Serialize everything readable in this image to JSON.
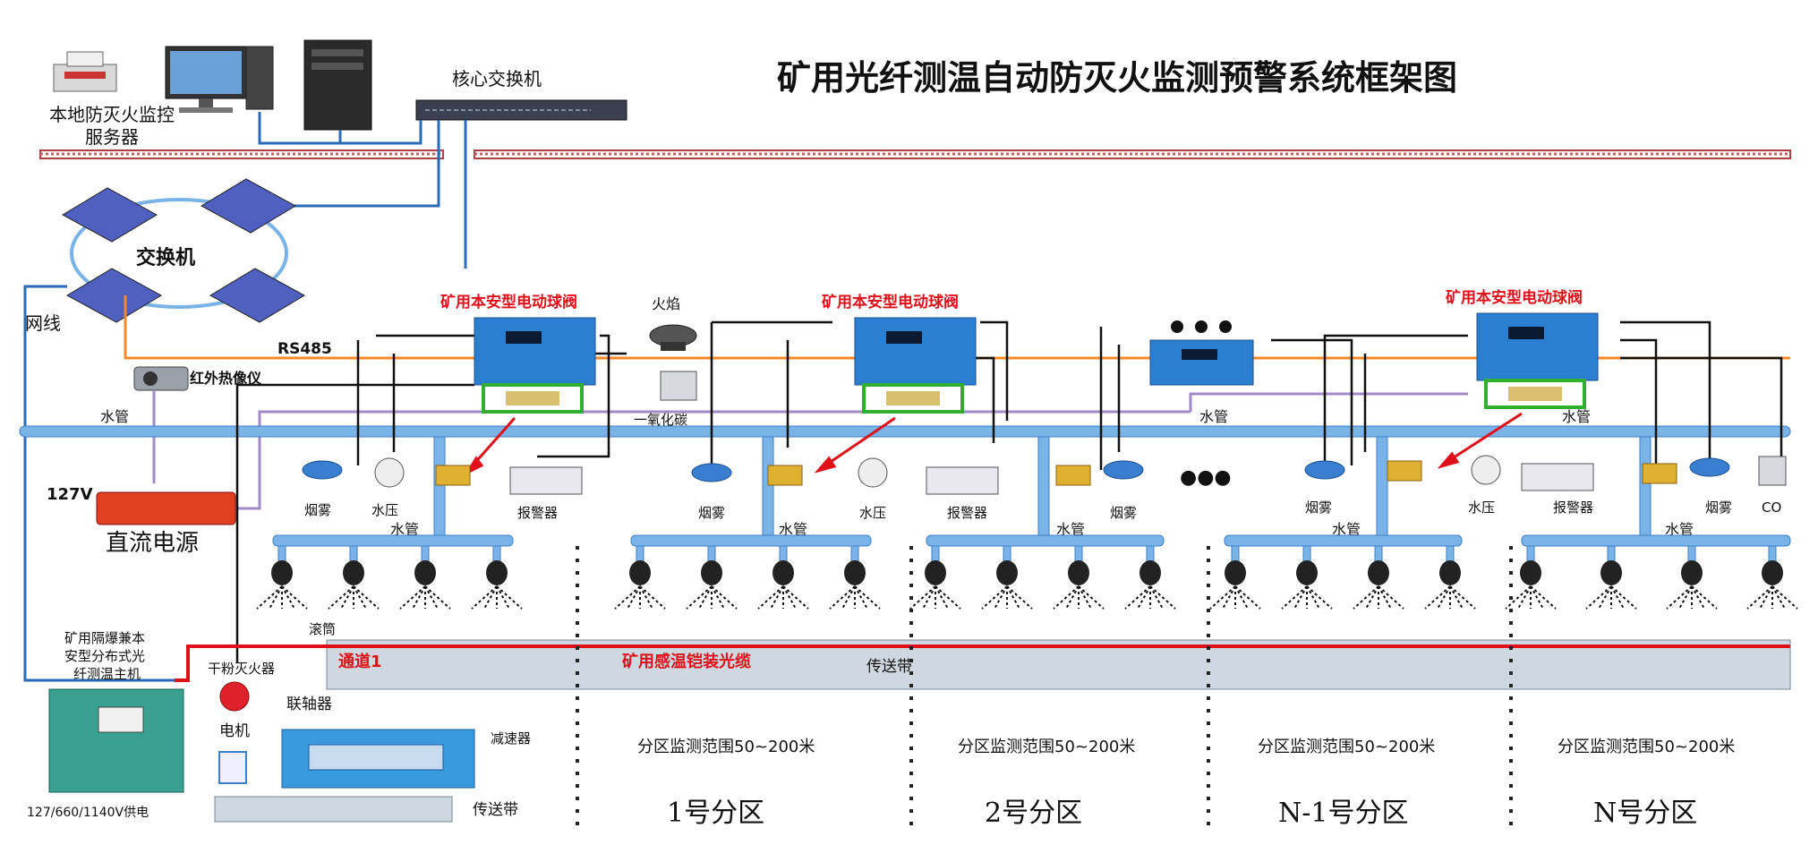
{
  "title": "矿用光纤测温自动防灭火监测预警系统框架图",
  "labels": {
    "local_server": [
      "本地防灭火监控",
      "服务器"
    ],
    "core_switch": "核心交换机",
    "switch": "交换机",
    "network_cable": "网线",
    "rs485": "RS485",
    "infrared": "红外热像仪",
    "water_pipe": "水管",
    "power_voltage": "127V",
    "dc_power": "直流电源",
    "flame": "火焰",
    "co": "一氧化碳",
    "co_short": "CO",
    "smoke": "烟雾",
    "water_pressure": "水压",
    "alarm": "报警器",
    "valve": "矿用本安型电动球阀",
    "host": [
      "矿用隔爆兼本",
      "安型分布式光",
      "纤测温主机"
    ],
    "host_power": "127/660/1140V供电",
    "dry_powder": "干粉灭火器",
    "roller": "滚筒",
    "channel": "通道1",
    "cable": "矿用感温铠装光缆",
    "conveyor_belt": "传送带",
    "motor": "电机",
    "coupling": "联轴器",
    "reducer": "减速器",
    "zone_range": "分区监测范围50~200米",
    "ellipsis": "●●●"
  },
  "zones": [
    "1号分区",
    "2号分区",
    "N-1号分区",
    "N号分区"
  ],
  "colors": {
    "pipe": "#7ab3e8",
    "pipe_dark": "#3d7fc8",
    "red_line": "#e0101a",
    "orange_line": "#f08a2a",
    "purple_line": "#a08ac8",
    "blue_line": "#2a6bb8",
    "device_blue": "#2a7fd0",
    "green_box": "#2fae2f"
  }
}
